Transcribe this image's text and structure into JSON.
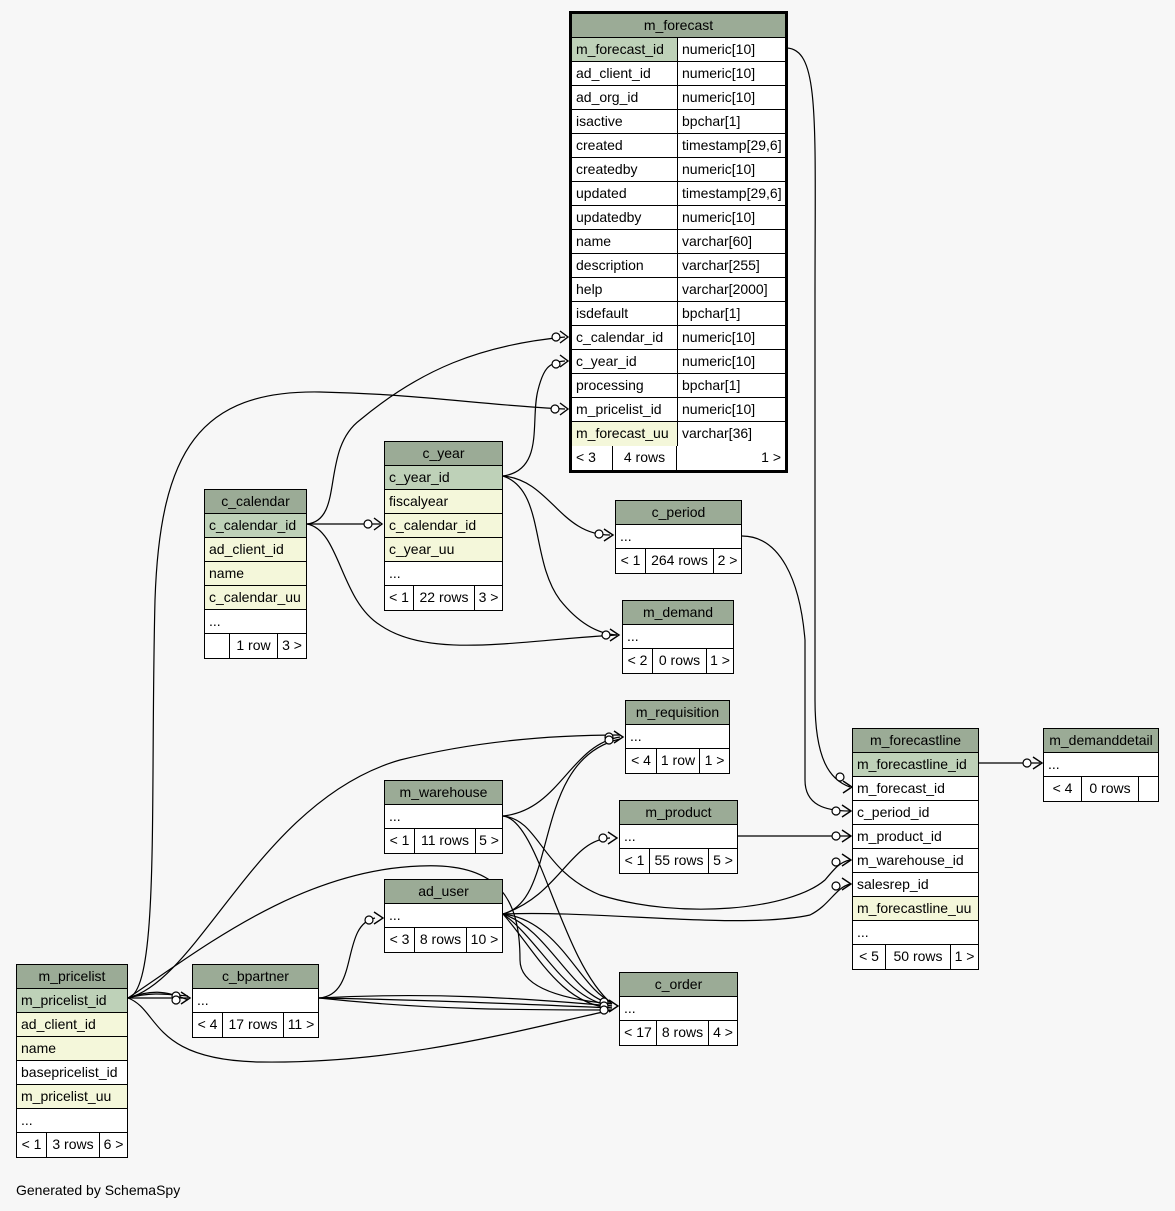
{
  "footer": "Generated by SchemaSpy",
  "tables": {
    "m_forecast": {
      "name": "m_forecast",
      "rows": [
        {
          "col": "m_forecast_id",
          "type": "numeric[10]"
        },
        {
          "col": "ad_client_id",
          "type": "numeric[10]"
        },
        {
          "col": "ad_org_id",
          "type": "numeric[10]"
        },
        {
          "col": "isactive",
          "type": "bpchar[1]"
        },
        {
          "col": "created",
          "type": "timestamp[29,6]"
        },
        {
          "col": "createdby",
          "type": "numeric[10]"
        },
        {
          "col": "updated",
          "type": "timestamp[29,6]"
        },
        {
          "col": "updatedby",
          "type": "numeric[10]"
        },
        {
          "col": "name",
          "type": "varchar[60]"
        },
        {
          "col": "description",
          "type": "varchar[255]"
        },
        {
          "col": "help",
          "type": "varchar[2000]"
        },
        {
          "col": "isdefault",
          "type": "bpchar[1]"
        },
        {
          "col": "c_calendar_id",
          "type": "numeric[10]"
        },
        {
          "col": "c_year_id",
          "type": "numeric[10]"
        },
        {
          "col": "processing",
          "type": "bpchar[1]"
        },
        {
          "col": "m_pricelist_id",
          "type": "numeric[10]"
        },
        {
          "col": "m_forecast_uu",
          "type": "varchar[36]"
        }
      ],
      "foot": {
        "parents": "< 3",
        "rows": "4 rows",
        "children": "1 >"
      }
    },
    "c_year": {
      "name": "c_year",
      "rows": [
        "c_year_id",
        "fiscalyear",
        "c_calendar_id",
        "c_year_uu",
        "..."
      ],
      "foot": {
        "parents": "< 1",
        "rows": "22 rows",
        "children": "3 >"
      }
    },
    "c_calendar": {
      "name": "c_calendar",
      "rows": [
        "c_calendar_id",
        "ad_client_id",
        "name",
        "c_calendar_uu",
        "..."
      ],
      "foot": {
        "parents": "",
        "rows": "1 row",
        "children": "3 >"
      }
    },
    "c_period": {
      "name": "c_period",
      "rows": [
        "..."
      ],
      "foot": {
        "parents": "< 1",
        "rows": "264 rows",
        "children": "2 >"
      }
    },
    "m_demand": {
      "name": "m_demand",
      "rows": [
        "..."
      ],
      "foot": {
        "parents": "< 2",
        "rows": "0 rows",
        "children": "1 >"
      }
    },
    "m_requisition": {
      "name": "m_requisition",
      "rows": [
        "..."
      ],
      "foot": {
        "parents": "< 4",
        "rows": "1 row",
        "children": "1 >"
      }
    },
    "m_warehouse": {
      "name": "m_warehouse",
      "rows": [
        "..."
      ],
      "foot": {
        "parents": "< 1",
        "rows": "11 rows",
        "children": "5 >"
      }
    },
    "m_product": {
      "name": "m_product",
      "rows": [
        "..."
      ],
      "foot": {
        "parents": "< 1",
        "rows": "55 rows",
        "children": "5 >"
      }
    },
    "ad_user": {
      "name": "ad_user",
      "rows": [
        "..."
      ],
      "foot": {
        "parents": "< 3",
        "rows": "8 rows",
        "children": "10 >"
      }
    },
    "c_bpartner": {
      "name": "c_bpartner",
      "rows": [
        "..."
      ],
      "foot": {
        "parents": "< 4",
        "rows": "17 rows",
        "children": "11 >"
      }
    },
    "c_order": {
      "name": "c_order",
      "rows": [
        "..."
      ],
      "foot": {
        "parents": "< 17",
        "rows": "8 rows",
        "children": "4 >"
      }
    },
    "m_pricelist": {
      "name": "m_pricelist",
      "rows": [
        "m_pricelist_id",
        "ad_client_id",
        "name",
        "basepricelist_id",
        "m_pricelist_uu",
        "..."
      ],
      "foot": {
        "parents": "< 1",
        "rows": "3 rows",
        "children": "6 >"
      }
    },
    "m_forecastline": {
      "name": "m_forecastline",
      "rows": [
        "m_forecastline_id",
        "m_forecast_id",
        "c_period_id",
        "m_product_id",
        "m_warehouse_id",
        "salesrep_id",
        "m_forecastline_uu",
        "..."
      ],
      "foot": {
        "parents": "< 5",
        "rows": "50 rows",
        "children": "1 >"
      }
    },
    "m_demanddetail": {
      "name": "m_demanddetail",
      "rows": [
        "..."
      ],
      "foot": {
        "parents": "< 4",
        "rows": "0 rows",
        "children": ""
      }
    }
  }
}
